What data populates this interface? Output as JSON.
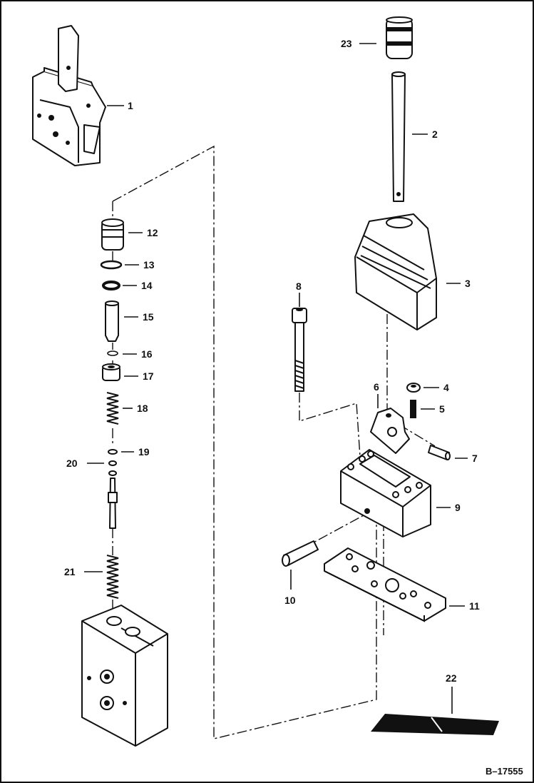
{
  "diagram": {
    "reference_code": "B–17555",
    "callouts": [
      {
        "id": "1",
        "label": "1"
      },
      {
        "id": "2",
        "label": "2"
      },
      {
        "id": "3",
        "label": "3"
      },
      {
        "id": "4",
        "label": "4"
      },
      {
        "id": "5",
        "label": "5"
      },
      {
        "id": "6",
        "label": "6"
      },
      {
        "id": "7",
        "label": "7"
      },
      {
        "id": "8",
        "label": "8"
      },
      {
        "id": "9",
        "label": "9"
      },
      {
        "id": "10",
        "label": "10"
      },
      {
        "id": "11",
        "label": "11"
      },
      {
        "id": "12",
        "label": "12"
      },
      {
        "id": "13",
        "label": "13"
      },
      {
        "id": "14",
        "label": "14"
      },
      {
        "id": "15",
        "label": "15"
      },
      {
        "id": "16",
        "label": "16"
      },
      {
        "id": "17",
        "label": "17"
      },
      {
        "id": "18",
        "label": "18"
      },
      {
        "id": "19",
        "label": "19"
      },
      {
        "id": "20",
        "label": "20"
      },
      {
        "id": "21",
        "label": "21"
      },
      {
        "id": "22",
        "label": "22"
      },
      {
        "id": "23",
        "label": "23"
      }
    ]
  }
}
